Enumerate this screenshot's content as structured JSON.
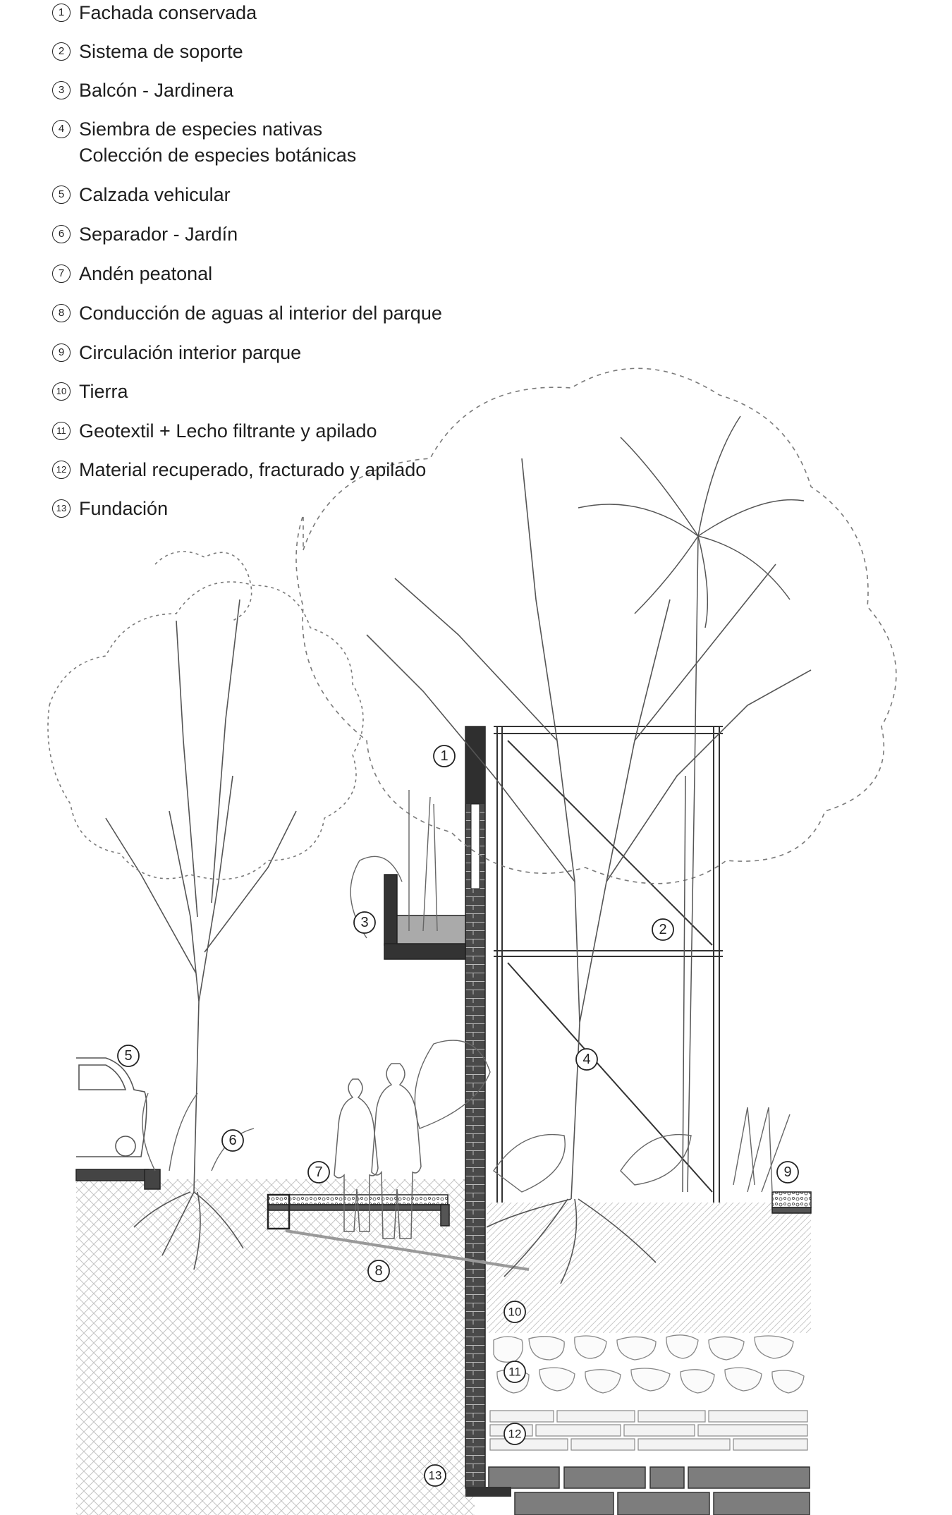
{
  "legend": [
    {
      "num": "1",
      "lines": [
        "Fachada conservada"
      ]
    },
    {
      "num": "2",
      "lines": [
        "Sistema de soporte"
      ]
    },
    {
      "num": "3",
      "lines": [
        "Balcón - Jardinera"
      ]
    },
    {
      "num": "4",
      "lines": [
        "Siembra de especies nativas",
        "Colección de especies botánicas"
      ]
    },
    {
      "num": "5",
      "lines": [
        "Calzada vehicular"
      ]
    },
    {
      "num": "6",
      "lines": [
        "Separador - Jardín"
      ]
    },
    {
      "num": "7",
      "lines": [
        "Andén peatonal"
      ]
    },
    {
      "num": "8",
      "lines": [
        "Conducción de aguas al interior del parque"
      ]
    },
    {
      "num": "9",
      "lines": [
        "Circulación interior parque"
      ]
    },
    {
      "num": "10",
      "lines": [
        "Tierra"
      ]
    },
    {
      "num": "11",
      "lines": [
        "Geotextil + Lecho filtrante y apilado"
      ]
    },
    {
      "num": "12",
      "lines": [
        "Material recuperado, fracturado y apilado"
      ]
    },
    {
      "num": "13",
      "lines": [
        "Fundación"
      ]
    }
  ],
  "callouts": [
    "1",
    "2",
    "3",
    "4",
    "5",
    "6",
    "7",
    "8",
    "9",
    "10",
    "11",
    "12",
    "13"
  ],
  "colors": {
    "ink": "#222222",
    "hatch": "#bdbdbd",
    "stone": "#8a8a8a",
    "wall": "#3a3a3a",
    "foliage": "#6f6f6f"
  }
}
